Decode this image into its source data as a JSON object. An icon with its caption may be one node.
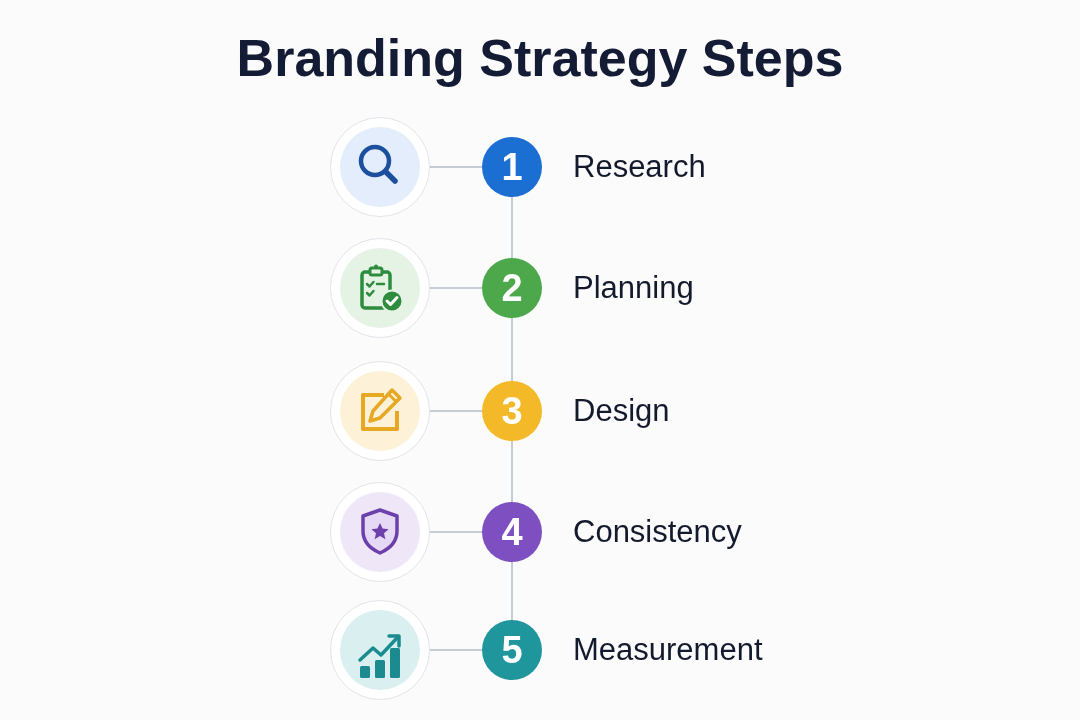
{
  "diagram": {
    "title": "Branding Strategy Steps",
    "nodes": [
      {
        "text": [],
        "shape": "circle"
      },
      {
        "text": [
          "1"
        ],
        "beside": [
          "Research"
        ]
      },
      {
        "text": [],
        "shape": "circle"
      },
      {
        "text": [
          "2"
        ],
        "beside": [
          "Planning"
        ]
      },
      {
        "text": [],
        "shape": "circle"
      },
      {
        "text": [
          "3"
        ],
        "beside": [
          "Design"
        ]
      },
      {
        "text": [],
        "shape": "circle"
      },
      {
        "text": [
          "4"
        ],
        "beside": [
          "Consistency"
        ]
      },
      {
        "text": [],
        "shape": "circle"
      },
      {
        "text": [
          "5"
        ],
        "beside": [
          "Measurement"
        ]
      }
    ],
    "edges": [
      {
        "from": 0,
        "to": 1,
        "arrow": "none"
      },
      {
        "from": 2,
        "to": 3,
        "arrow": "none"
      },
      {
        "from": 4,
        "to": 5,
        "arrow": "none"
      },
      {
        "from": 6,
        "to": 7,
        "arrow": "none"
      },
      {
        "from": 8,
        "to": 9,
        "arrow": "none"
      },
      {
        "from": 1,
        "to": 3,
        "arrow": "none"
      },
      {
        "from": 3,
        "to": 5,
        "arrow": "none"
      },
      {
        "from": 5,
        "to": 7,
        "arrow": "none"
      },
      {
        "from": 7,
        "to": 9,
        "arrow": "none"
      }
    ]
  }
}
